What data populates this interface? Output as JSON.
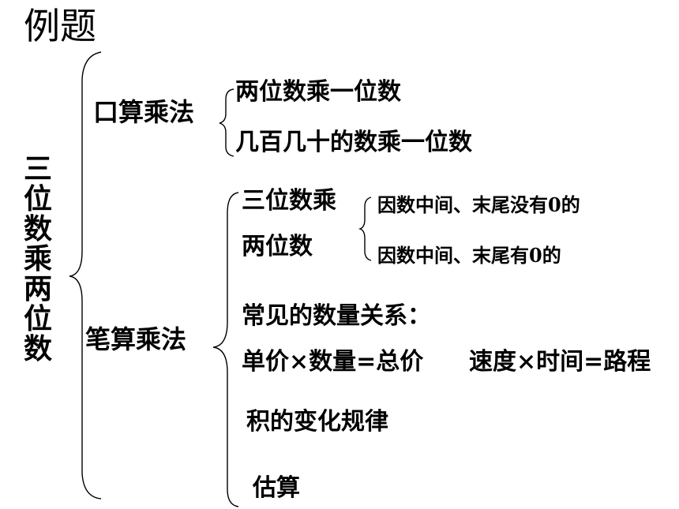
{
  "title": "例题",
  "root": "三位数乘两位数",
  "oral": {
    "label": "口算乘法",
    "items": [
      "两位数乘一位数",
      "几百几十的数乘一位数"
    ]
  },
  "written": {
    "label": "笔算乘法",
    "three_by_two_line1": "三位数乘",
    "three_by_two_line2": "两位数",
    "cases": [
      "因数中间、末尾没有0的",
      "因数中间、末尾有0的"
    ],
    "relations_title": "常见的数量关系：",
    "relation_a": "单价×数量=总价",
    "relation_b": "速度×时间=路程",
    "product_rule": "积的变化规律",
    "estimate": "估算"
  }
}
